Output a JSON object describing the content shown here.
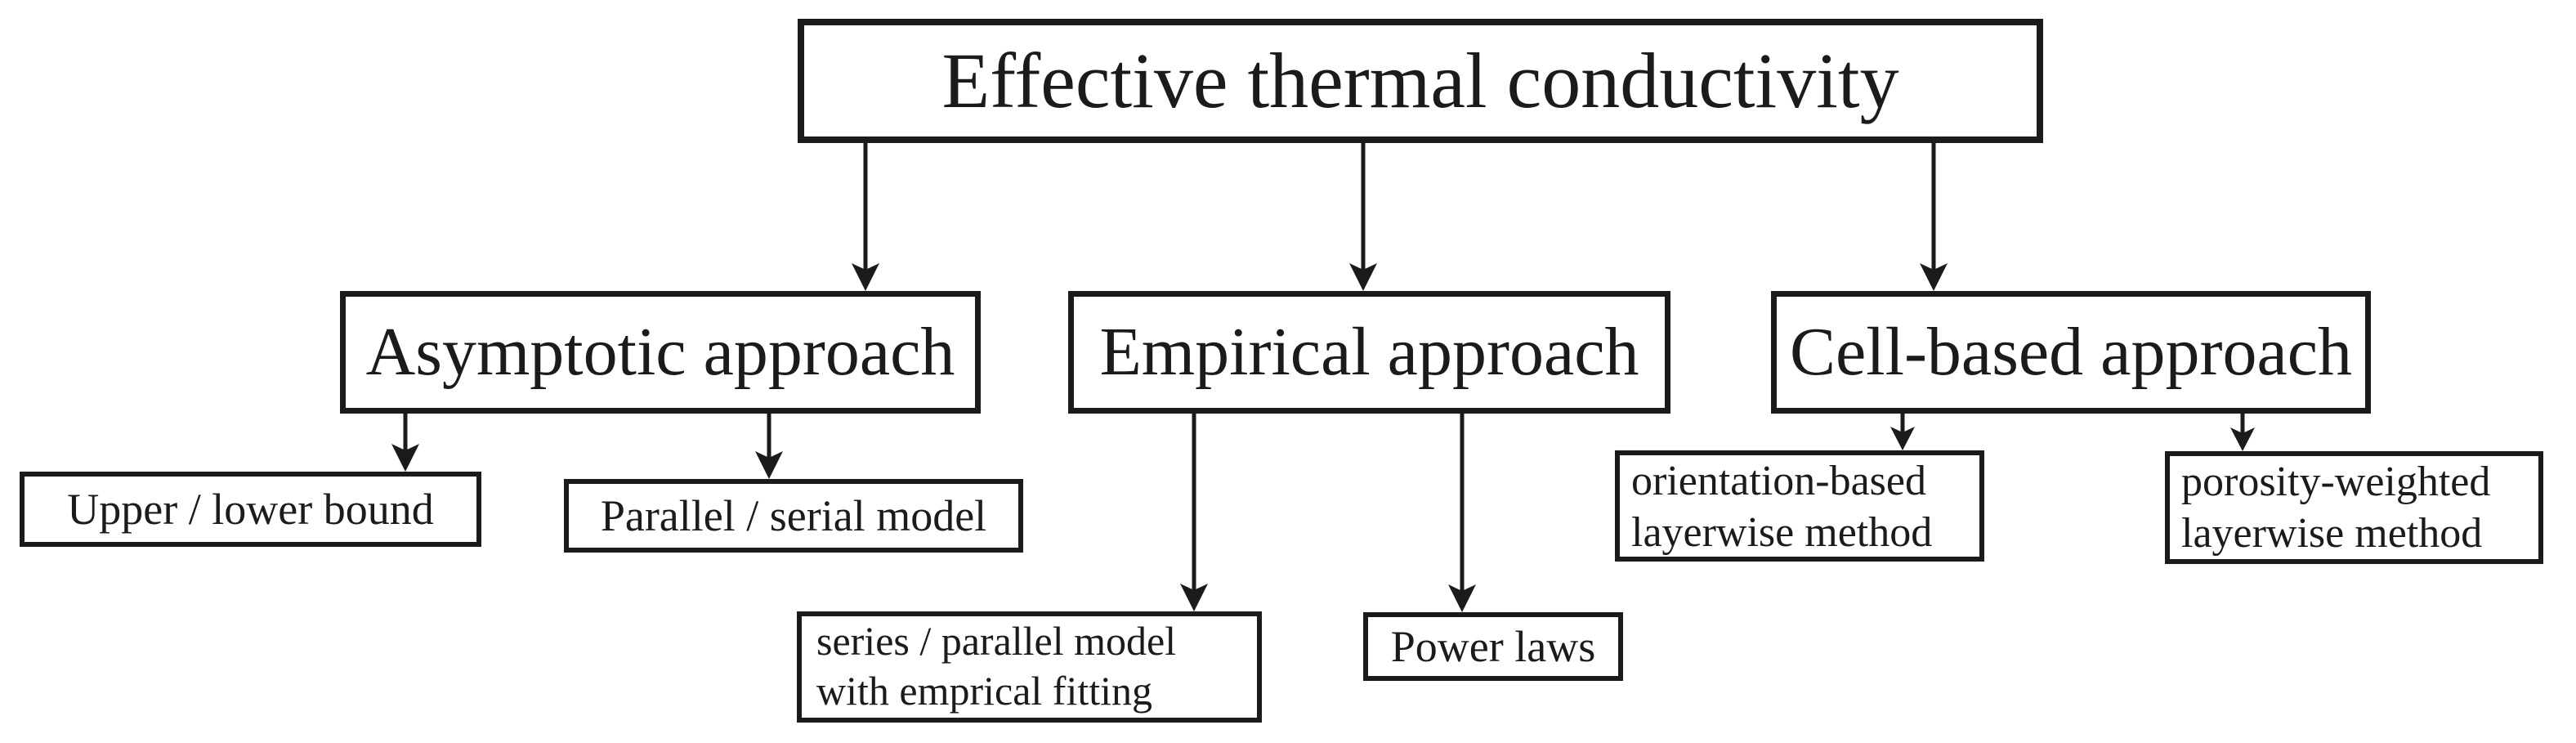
{
  "diagram": {
    "title": "Effective thermal conductivity",
    "branches": {
      "asymptotic": {
        "label": "Asymptotic approach"
      },
      "empirical": {
        "label": "Empirical approach"
      },
      "cell_based": {
        "label": "Cell-based approach"
      }
    },
    "methods": {
      "upper_lower": {
        "label": "Upper / lower bound"
      },
      "parallel_serial": {
        "label": "Parallel / serial model"
      },
      "series_parallel": {
        "line1": "series / parallel model",
        "line2": "with emprical fitting"
      },
      "power_laws": {
        "label": "Power laws"
      },
      "orientation": {
        "line1": "orientation-based",
        "line2": "layerwise method"
      },
      "porosity": {
        "line1": "porosity-weighted",
        "line2": "layerwise method"
      }
    },
    "colors": {
      "ink": "#1b1b1b",
      "background": "#ffffff"
    }
  }
}
